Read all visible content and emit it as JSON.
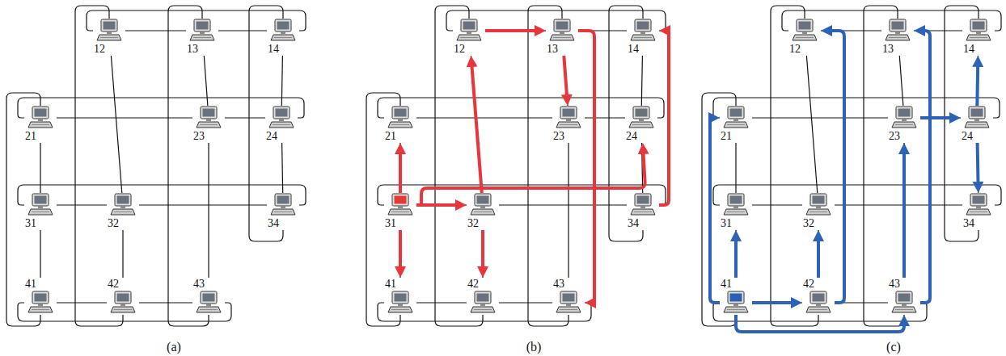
{
  "diagram": {
    "nodes": [
      {
        "text": [
          "12"
        ]
      },
      {
        "text": [
          "13"
        ]
      },
      {
        "text": [
          "14"
        ]
      },
      {
        "text": [
          "21"
        ]
      },
      {
        "text": [
          "23"
        ]
      },
      {
        "text": [
          "24"
        ]
      },
      {
        "text": [
          "31"
        ]
      },
      {
        "text": [
          "32"
        ]
      },
      {
        "text": [
          "34"
        ]
      },
      {
        "text": [
          "41"
        ]
      },
      {
        "text": [
          "42"
        ]
      },
      {
        "text": [
          "43"
        ]
      },
      {
        "text": [
          "12"
        ]
      },
      {
        "text": [
          "13"
        ]
      },
      {
        "text": [
          "14"
        ]
      },
      {
        "text": [
          "21"
        ]
      },
      {
        "text": [
          "23"
        ]
      },
      {
        "text": [
          "24"
        ]
      },
      {
        "text": [
          "31"
        ]
      },
      {
        "text": [
          "32"
        ]
      },
      {
        "text": [
          "34"
        ]
      },
      {
        "text": [
          "41"
        ]
      },
      {
        "text": [
          "42"
        ]
      },
      {
        "text": [
          "43"
        ]
      },
      {
        "text": [
          "12"
        ]
      },
      {
        "text": [
          "13"
        ]
      },
      {
        "text": [
          "14"
        ]
      },
      {
        "text": [
          "21"
        ]
      },
      {
        "text": [
          "23"
        ]
      },
      {
        "text": [
          "24"
        ]
      },
      {
        "text": [
          "31"
        ]
      },
      {
        "text": [
          "32"
        ]
      },
      {
        "text": [
          "34"
        ]
      },
      {
        "text": [
          "41"
        ]
      },
      {
        "text": [
          "42"
        ]
      },
      {
        "text": [
          "43"
        ]
      }
    ],
    "edges": [
      {
        "from": 0,
        "to": 1,
        "arrow": "none"
      },
      {
        "from": 1,
        "to": 2,
        "arrow": "none"
      },
      {
        "from": 0,
        "to": 2,
        "arrow": "none"
      },
      {
        "from": 3,
        "to": 4,
        "arrow": "none"
      },
      {
        "from": 4,
        "to": 5,
        "arrow": "none"
      },
      {
        "from": 3,
        "to": 5,
        "arrow": "none"
      },
      {
        "from": 6,
        "to": 7,
        "arrow": "none"
      },
      {
        "from": 7,
        "to": 8,
        "arrow": "none"
      },
      {
        "from": 6,
        "to": 8,
        "arrow": "none"
      },
      {
        "from": 9,
        "to": 10,
        "arrow": "none"
      },
      {
        "from": 10,
        "to": 11,
        "arrow": "none"
      },
      {
        "from": 9,
        "to": 11,
        "arrow": "none"
      },
      {
        "from": 3,
        "to": 6,
        "arrow": "none"
      },
      {
        "from": 6,
        "to": 9,
        "arrow": "none"
      },
      {
        "from": 3,
        "to": 9,
        "arrow": "none"
      },
      {
        "from": 0,
        "to": 7,
        "arrow": "none"
      },
      {
        "from": 7,
        "to": 10,
        "arrow": "none"
      },
      {
        "from": 0,
        "to": 10,
        "arrow": "none"
      },
      {
        "from": 1,
        "to": 4,
        "arrow": "none"
      },
      {
        "from": 4,
        "to": 11,
        "arrow": "none"
      },
      {
        "from": 1,
        "to": 11,
        "arrow": "none"
      },
      {
        "from": 2,
        "to": 5,
        "arrow": "none"
      },
      {
        "from": 5,
        "to": 8,
        "arrow": "none"
      },
      {
        "from": 2,
        "to": 8,
        "arrow": "none"
      },
      {
        "from": 12,
        "to": 13,
        "arrow": "none"
      },
      {
        "from": 13,
        "to": 14,
        "arrow": "none"
      },
      {
        "from": 12,
        "to": 14,
        "arrow": "none"
      },
      {
        "from": 15,
        "to": 16,
        "arrow": "none"
      },
      {
        "from": 16,
        "to": 17,
        "arrow": "none"
      },
      {
        "from": 15,
        "to": 17,
        "arrow": "none"
      },
      {
        "from": 18,
        "to": 19,
        "arrow": "none"
      },
      {
        "from": 19,
        "to": 20,
        "arrow": "none"
      },
      {
        "from": 18,
        "to": 20,
        "arrow": "none"
      },
      {
        "from": 21,
        "to": 22,
        "arrow": "none"
      },
      {
        "from": 22,
        "to": 23,
        "arrow": "none"
      },
      {
        "from": 21,
        "to": 23,
        "arrow": "none"
      },
      {
        "from": 15,
        "to": 18,
        "arrow": "none"
      },
      {
        "from": 18,
        "to": 21,
        "arrow": "none"
      },
      {
        "from": 15,
        "to": 21,
        "arrow": "none"
      },
      {
        "from": 12,
        "to": 19,
        "arrow": "none"
      },
      {
        "from": 19,
        "to": 22,
        "arrow": "none"
      },
      {
        "from": 12,
        "to": 22,
        "arrow": "none"
      },
      {
        "from": 13,
        "to": 16,
        "arrow": "none"
      },
      {
        "from": 16,
        "to": 23,
        "arrow": "none"
      },
      {
        "from": 13,
        "to": 23,
        "arrow": "none"
      },
      {
        "from": 14,
        "to": 17,
        "arrow": "none"
      },
      {
        "from": 17,
        "to": 20,
        "arrow": "none"
      },
      {
        "from": 14,
        "to": 20,
        "arrow": "none"
      },
      {
        "from": 18,
        "to": 15,
        "arrow": "to"
      },
      {
        "from": 18,
        "to": 19,
        "arrow": "to"
      },
      {
        "from": 18,
        "to": 21,
        "arrow": "to"
      },
      {
        "from": 18,
        "to": 17,
        "arrow": "to"
      },
      {
        "from": 19,
        "to": 12,
        "arrow": "to"
      },
      {
        "from": 19,
        "to": 22,
        "arrow": "to"
      },
      {
        "from": 12,
        "to": 13,
        "arrow": "to"
      },
      {
        "from": 13,
        "to": 16,
        "arrow": "to"
      },
      {
        "from": 13,
        "to": 23,
        "arrow": "to"
      },
      {
        "from": 20,
        "to": 14,
        "arrow": "to"
      },
      {
        "from": 24,
        "to": 25,
        "arrow": "none"
      },
      {
        "from": 25,
        "to": 26,
        "arrow": "none"
      },
      {
        "from": 24,
        "to": 26,
        "arrow": "none"
      },
      {
        "from": 27,
        "to": 28,
        "arrow": "none"
      },
      {
        "from": 28,
        "to": 29,
        "arrow": "none"
      },
      {
        "from": 27,
        "to": 29,
        "arrow": "none"
      },
      {
        "from": 30,
        "to": 31,
        "arrow": "none"
      },
      {
        "from": 31,
        "to": 32,
        "arrow": "none"
      },
      {
        "from": 30,
        "to": 32,
        "arrow": "none"
      },
      {
        "from": 33,
        "to": 34,
        "arrow": "none"
      },
      {
        "from": 34,
        "to": 35,
        "arrow": "none"
      },
      {
        "from": 33,
        "to": 35,
        "arrow": "none"
      },
      {
        "from": 27,
        "to": 30,
        "arrow": "none"
      },
      {
        "from": 30,
        "to": 33,
        "arrow": "none"
      },
      {
        "from": 27,
        "to": 33,
        "arrow": "none"
      },
      {
        "from": 24,
        "to": 31,
        "arrow": "none"
      },
      {
        "from": 31,
        "to": 34,
        "arrow": "none"
      },
      {
        "from": 24,
        "to": 34,
        "arrow": "none"
      },
      {
        "from": 25,
        "to": 28,
        "arrow": "none"
      },
      {
        "from": 28,
        "to": 35,
        "arrow": "none"
      },
      {
        "from": 25,
        "to": 35,
        "arrow": "none"
      },
      {
        "from": 26,
        "to": 29,
        "arrow": "none"
      },
      {
        "from": 29,
        "to": 32,
        "arrow": "none"
      },
      {
        "from": 26,
        "to": 32,
        "arrow": "none"
      },
      {
        "from": 33,
        "to": 30,
        "arrow": "to"
      },
      {
        "from": 33,
        "to": 27,
        "arrow": "to"
      },
      {
        "from": 33,
        "to": 34,
        "arrow": "to"
      },
      {
        "from": 33,
        "to": 35,
        "arrow": "to"
      },
      {
        "from": 34,
        "to": 31,
        "arrow": "to"
      },
      {
        "from": 34,
        "to": 24,
        "arrow": "to"
      },
      {
        "from": 35,
        "to": 28,
        "arrow": "to"
      },
      {
        "from": 35,
        "to": 25,
        "arrow": "to"
      },
      {
        "from": 28,
        "to": 29,
        "arrow": "to"
      },
      {
        "from": 29,
        "to": 26,
        "arrow": "to"
      },
      {
        "from": 29,
        "to": 32,
        "arrow": "to"
      }
    ],
    "labels": [
      "(a)",
      "(b)",
      "(c)"
    ]
  }
}
